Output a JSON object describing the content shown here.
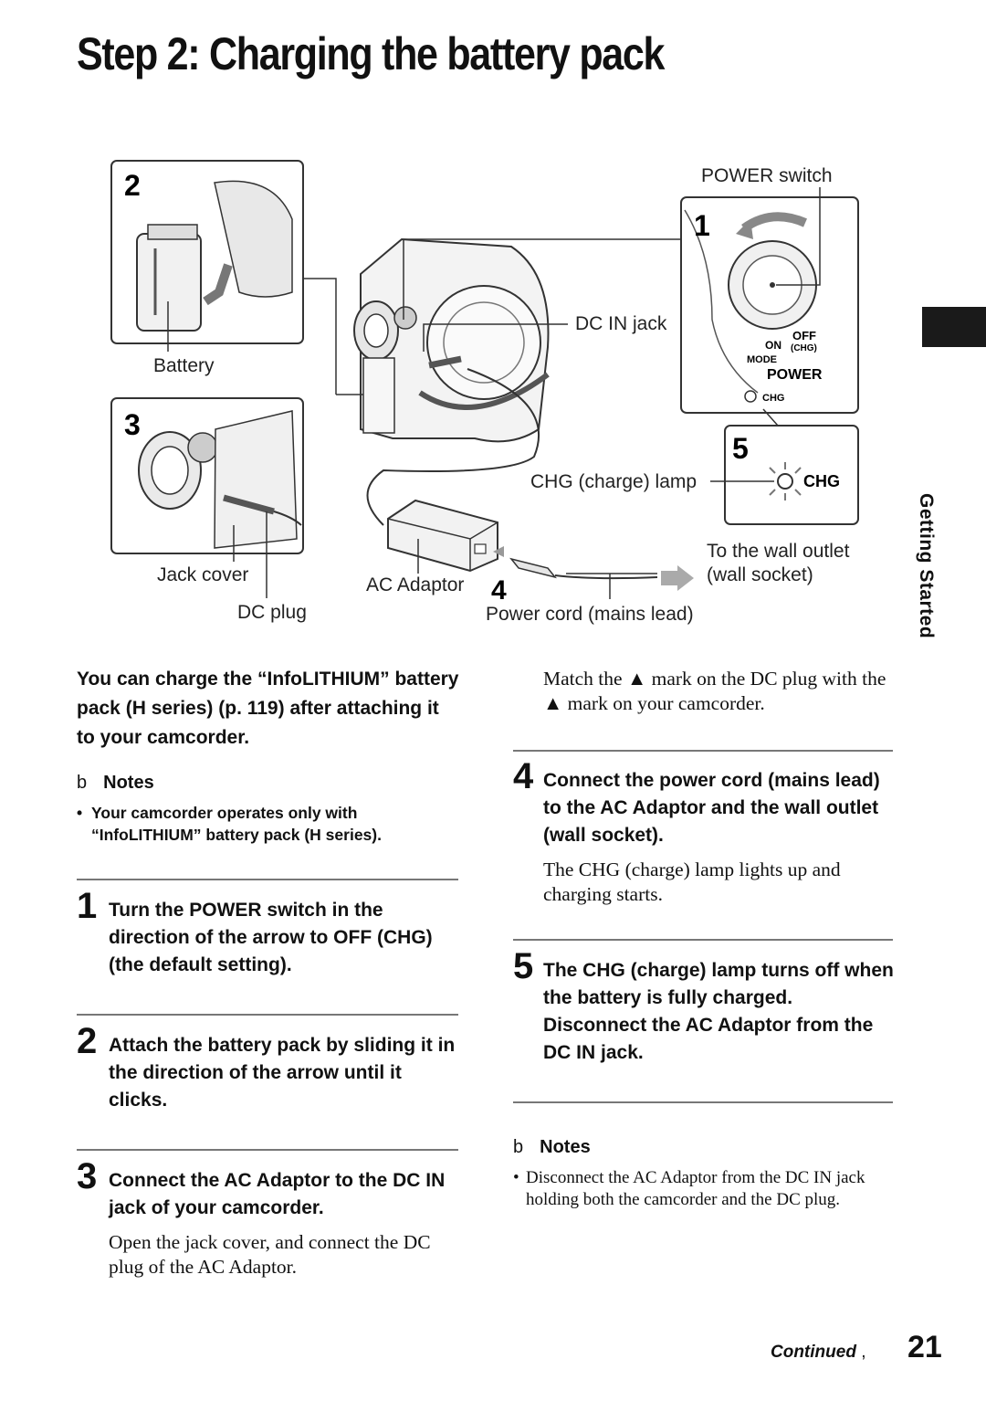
{
  "page": {
    "title": "Step 2: Charging the battery pack",
    "side_tab": "Getting Started",
    "continued": "Continued",
    "continued_sep": ",",
    "page_number": "21"
  },
  "figure": {
    "panel_numbers": [
      "2",
      "3",
      "1",
      "5",
      "4"
    ],
    "labels": {
      "battery": "Battery",
      "jack_cover": "Jack cover",
      "dc_plug": "DC plug",
      "power_switch": "POWER switch",
      "dc_in_jack": "DC IN jack",
      "chg_lamp": "CHG (charge) lamp",
      "ac_adaptor": "AC Adaptor",
      "wall_outlet_1": "To the wall outlet",
      "wall_outlet_2": "(wall socket)",
      "power_cord": "Power cord (mains lead)"
    },
    "switch_text": {
      "off": "OFF",
      "chg_paren": "(CHG)",
      "on": "ON",
      "mode": "MODE",
      "power": "POWER",
      "chg": "CHG",
      "chg_big": "CHG"
    }
  },
  "left": {
    "intro": "You can charge the “InfoLITHIUM” battery pack (H series) (p. 119) after attaching it to your camcorder.",
    "notes_marker": "b",
    "notes_title": "Notes",
    "note1": "Your camcorder operates only with “InfoLITHIUM” battery pack (H series).",
    "steps": [
      {
        "num": "1",
        "text": "Turn the POWER switch in the direction of the arrow to OFF (CHG) (the default setting)."
      },
      {
        "num": "2",
        "text": "Attach the battery pack by sliding it in the direction of the arrow until it clicks."
      },
      {
        "num": "3",
        "text": "Connect the AC Adaptor to the DC IN jack of your camcorder.",
        "body": "Open the jack cover, and connect the DC plug of the AC Adaptor."
      }
    ]
  },
  "right": {
    "match_text": "Match the ▲ mark on the DC plug with the ▲ mark on your camcorder.",
    "steps": [
      {
        "num": "4",
        "text": "Connect the power cord (mains lead) to the AC Adaptor and the wall outlet (wall socket).",
        "body": "The CHG (charge) lamp lights up and charging starts."
      },
      {
        "num": "5",
        "text": "The CHG (charge) lamp turns off when the battery is fully charged. Disconnect the AC Adaptor from the DC IN jack."
      }
    ],
    "notes_marker": "b",
    "notes_title": "Notes",
    "note1": "Disconnect the AC Adaptor from the DC IN jack holding both the camcorder and the DC plug."
  }
}
